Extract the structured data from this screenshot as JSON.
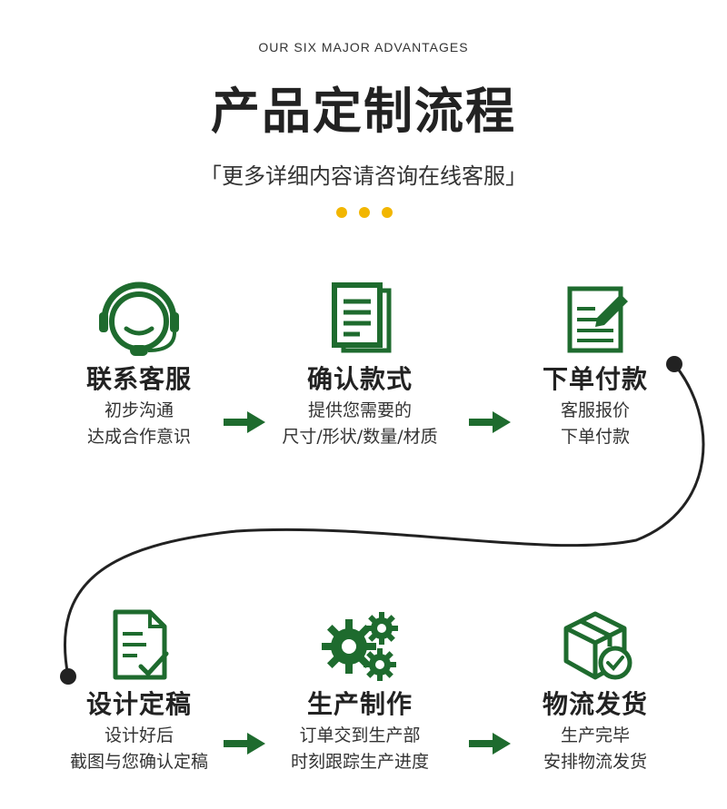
{
  "header": {
    "subtitle_en": "OUR SIX MAJOR ADVANTAGES",
    "title": "产品定制流程",
    "tagline": "「更多详细内容请咨询在线客服」"
  },
  "colors": {
    "accent_green": "#1e6b2e",
    "dot_yellow": "#f2b600",
    "curve": "#222222"
  },
  "steps": [
    {
      "icon": "headset-icon",
      "title": "联系客服",
      "line1": "初步沟通",
      "line2": "达成合作意识"
    },
    {
      "icon": "document-stack-icon",
      "title": "确认款式",
      "line1": "提供您需要的",
      "line2": "尺寸/形状/数量/材质"
    },
    {
      "icon": "edit-document-icon",
      "title": "下单付款",
      "line1": "客服报价",
      "line2": "下单付款"
    },
    {
      "icon": "design-file-check-icon",
      "title": "设计定稿",
      "line1": "设计好后",
      "line2": "截图与您确认定稿"
    },
    {
      "icon": "gears-icon",
      "title": "生产制作",
      "line1": "订单交到生产部",
      "line2": "时刻跟踪生产进度"
    },
    {
      "icon": "package-check-icon",
      "title": "物流发货",
      "line1": "生产完毕",
      "line2": "安排物流发货"
    }
  ]
}
